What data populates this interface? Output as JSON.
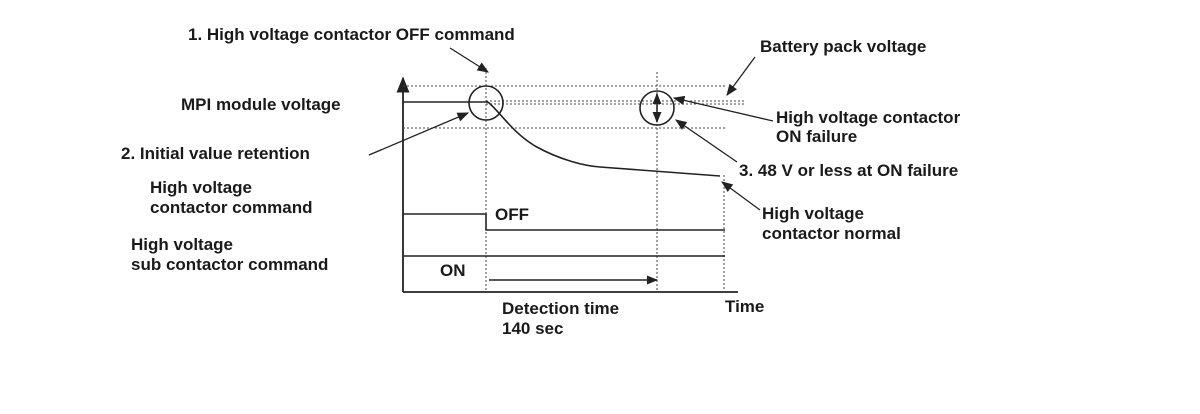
{
  "labels": {
    "callout_1": "1. High voltage contactor OFF command",
    "callout_2": "2. Initial value retention",
    "callout_3": "3. 48 V or less at ON failure",
    "battery_pack_voltage": "Battery pack voltage",
    "mpi_module_voltage": "MPI module voltage",
    "on_failure_line1": "High voltage contactor",
    "on_failure_line2": "ON failure",
    "normal_line1": "High voltage",
    "normal_line2": "contactor normal",
    "contactor_cmd_line1": "High voltage",
    "contactor_cmd_line2": "contactor command",
    "sub_contactor_cmd_line1": "High voltage",
    "sub_contactor_cmd_line2": "sub contactor command",
    "off": "OFF",
    "on": "ON",
    "detection_time_line1": "Detection time",
    "detection_time_line2": "140 sec",
    "time_axis": "Time"
  }
}
